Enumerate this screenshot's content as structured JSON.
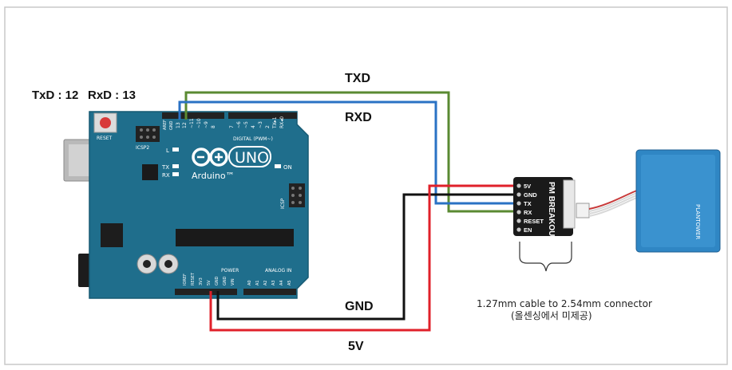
{
  "pin_note": {
    "txd": "TxD : 12",
    "rxd": "RxD : 13"
  },
  "wires": {
    "txd": {
      "label": "TXD",
      "color": "#5a8a32"
    },
    "rxd": {
      "label": "RXD",
      "color": "#2a72c4"
    },
    "gnd": {
      "label": "GND",
      "color": "#111111"
    },
    "v5": {
      "label": "5V",
      "color": "#e0202a"
    }
  },
  "arduino": {
    "logo": "Arduino™",
    "model": "UNO",
    "reset": "RESET",
    "icsp2": "ICSP2",
    "icsp": "ICSP",
    "led_l": "L",
    "led_tx": "TX",
    "led_rx": "RX",
    "on": "ON",
    "digital": "DIGITAL (PWM~)",
    "aref": "AREF",
    "gnd": "GND",
    "d13": "13",
    "d12": "12",
    "power": "POWER",
    "analog_in": "ANALOG IN",
    "power_pins": [
      "IOREF",
      "RESET",
      "3V3",
      "5V",
      "GND",
      "GND",
      "VIN"
    ],
    "analog_pins": [
      "A0",
      "A1",
      "A2",
      "A3",
      "A4",
      "A5"
    ],
    "board_color": "#1f6e8c"
  },
  "breakout": {
    "title": "PM BREAKOUT",
    "pins": [
      "5V",
      "GND",
      "TX",
      "RX",
      "RESET",
      "EN"
    ]
  },
  "sensor": {
    "brand": "PLANTOWER",
    "color": "#2f86c4"
  },
  "cable_note": {
    "line1": "1.27mm cable to 2.54mm connector",
    "line2": "(올센싱에서 미제공)"
  }
}
